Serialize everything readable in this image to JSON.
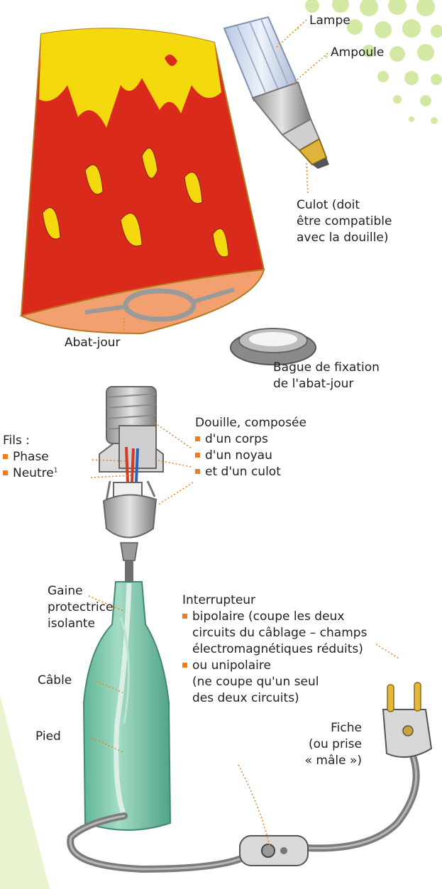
{
  "labels": {
    "lampe": "Lampe",
    "ampoule": "Ampoule",
    "culot": [
      "Culot (doit",
      "être compatible",
      "avec la douille)"
    ],
    "abat_jour": "Abat-jour",
    "bague": [
      "Bague de fixation",
      "de l'abat-jour"
    ],
    "fils": {
      "title": "Fils :",
      "items": [
        {
          "text": "Phase",
          "sup": ""
        },
        {
          "text": "Neutre",
          "sup": "1"
        }
      ]
    },
    "douille": {
      "title": "Douille, composée",
      "items": [
        "d'un corps",
        "d'un noyau",
        "et d'un culot"
      ]
    },
    "gaine": [
      "Gaine",
      "protectrice",
      "isolante"
    ],
    "interrupteur": {
      "title": "Interrupteur",
      "items": [
        [
          "bipolaire (coupe les deux",
          "circuits du câblage – champs",
          "électromagnétiques réduits)"
        ],
        [
          "ou unipolaire",
          "(ne coupe qu'un seul",
          "des deux circuits)"
        ]
      ]
    },
    "cable": "Câble",
    "pied": "Pied",
    "fiche": [
      "Fiche",
      "(ou prise",
      "« mâle »)"
    ]
  },
  "colors": {
    "accent": "#ef7d1a",
    "text": "#222222",
    "bottle": "#6fc3a4",
    "flame_red": "#d92a1c",
    "flame_yellow": "#f5d90f"
  }
}
